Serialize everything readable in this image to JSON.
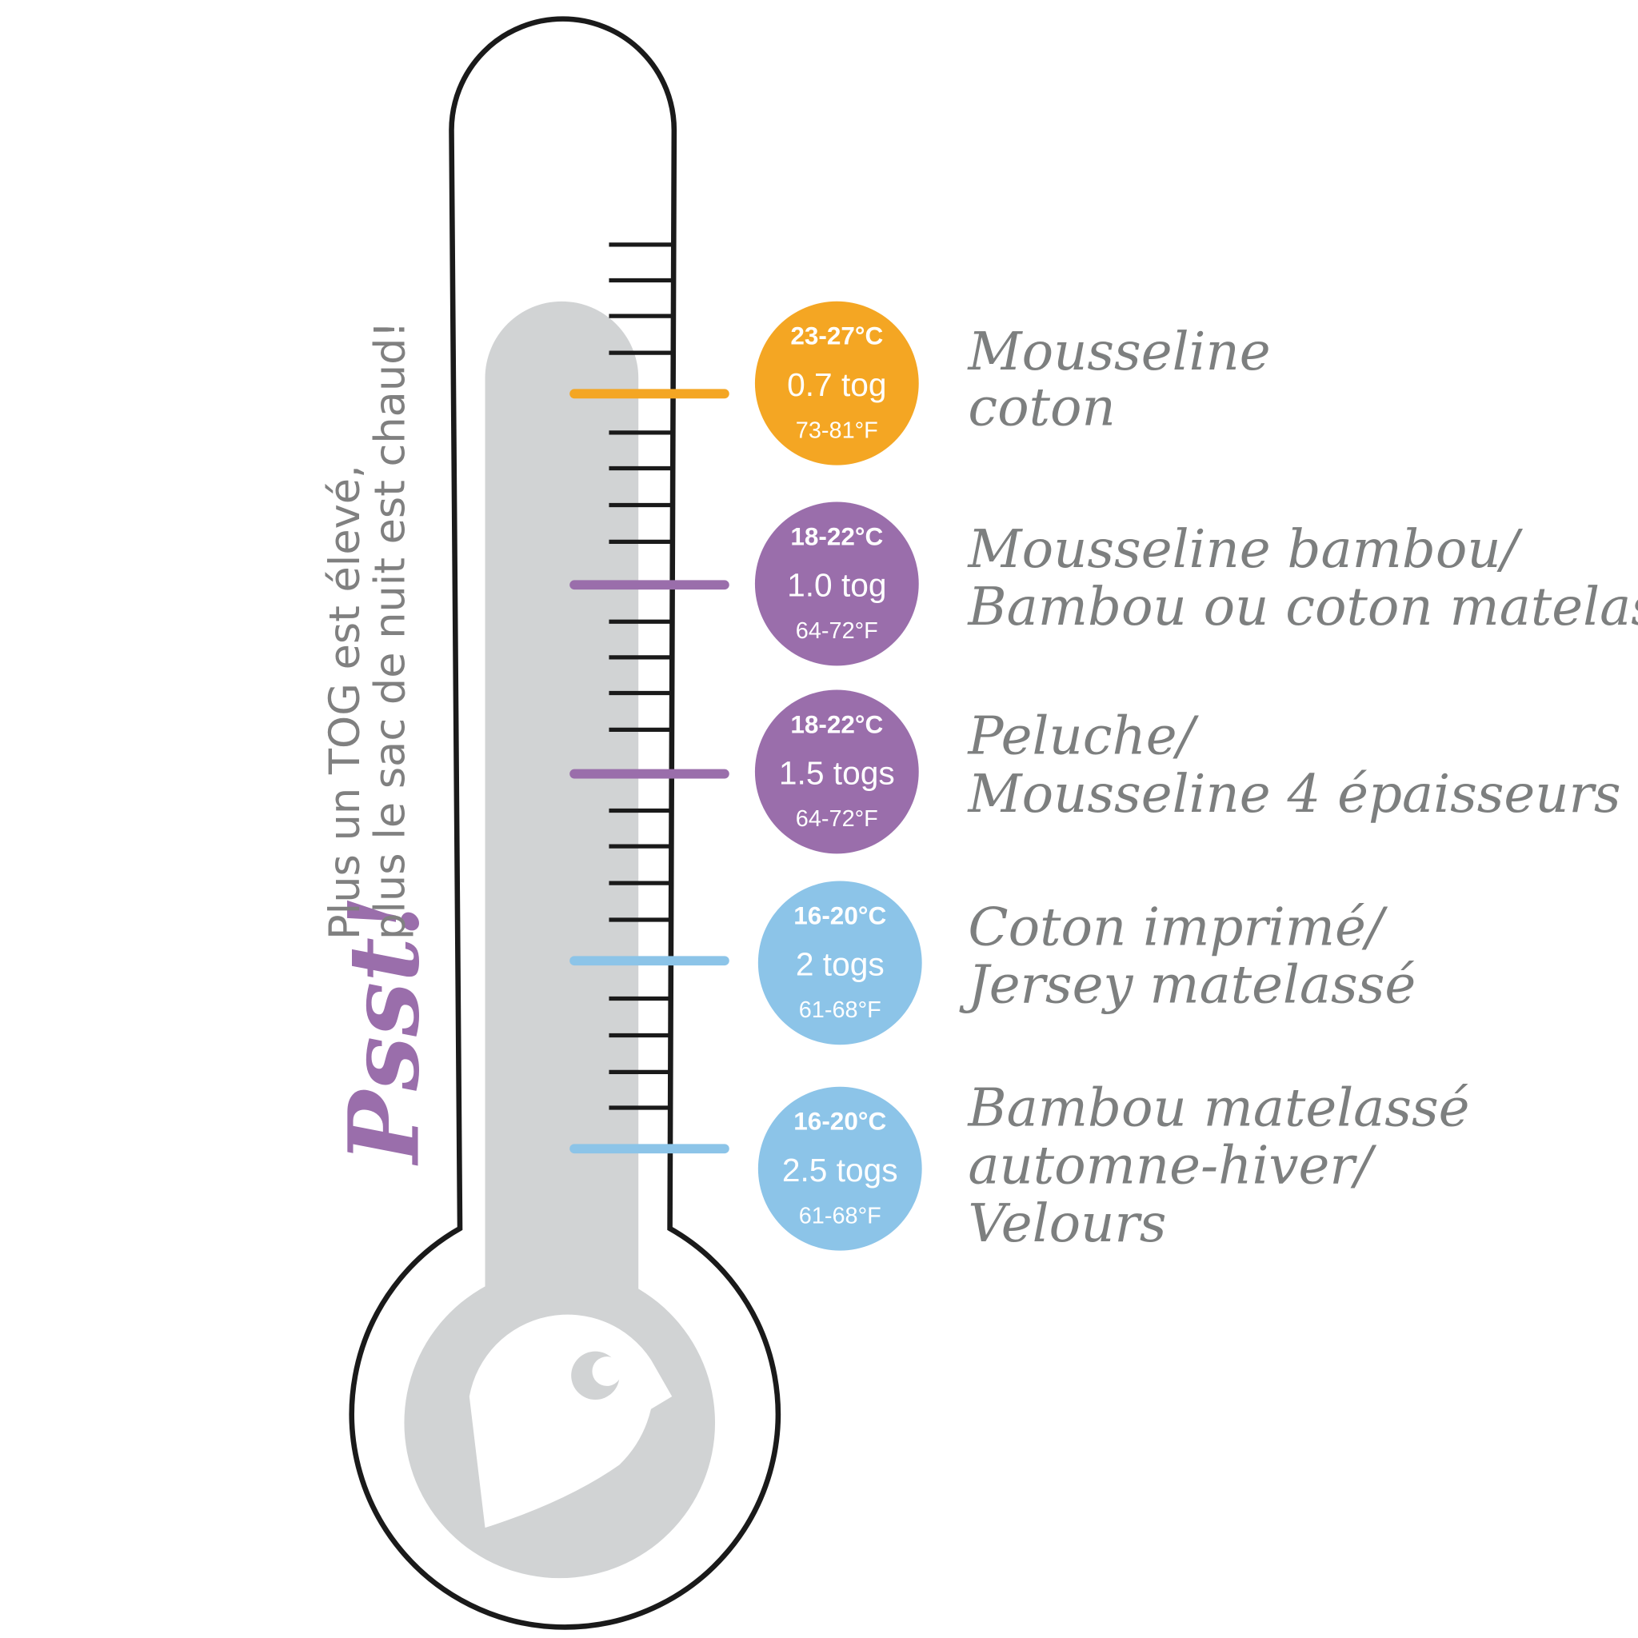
{
  "colors": {
    "orange": "#f4a623",
    "purple": "#9a6eab",
    "blue": "#8cc4e8",
    "gray_fill": "#d1d3d4",
    "text_gray": "#7d7f7f"
  },
  "note": {
    "psst": "Psst!",
    "line1": "Plus un TOG est élevé,",
    "line2": "plus le sac de nuit est chaud!"
  },
  "levels": [
    {
      "celsius": "23-27°C",
      "tog": "0.7 tog",
      "fahrenheit": "73-81°F",
      "label_lines": [
        "Mousseline",
        "coton"
      ]
    },
    {
      "celsius": "18-22°C",
      "tog": "1.0 tog",
      "fahrenheit": "64-72°F",
      "label_lines": [
        "Mousseline bambou/",
        "Bambou ou coton matelassé"
      ]
    },
    {
      "celsius": "18-22°C",
      "tog": "1.5 togs",
      "fahrenheit": "64-72°F",
      "label_lines": [
        "Peluche/",
        "Mousseline 4 épaisseurs"
      ]
    },
    {
      "celsius": "16-20°C",
      "tog": "2 togs",
      "fahrenheit": "61-68°F",
      "label_lines": [
        "Coton imprimé/",
        "Jersey matelassé"
      ]
    },
    {
      "celsius": "16-20°C",
      "tog": "2.5 togs",
      "fahrenheit": "61-68°F",
      "label_lines": [
        "Bambou matelassé",
        "automne-hiver/",
        "Velours"
      ]
    }
  ]
}
